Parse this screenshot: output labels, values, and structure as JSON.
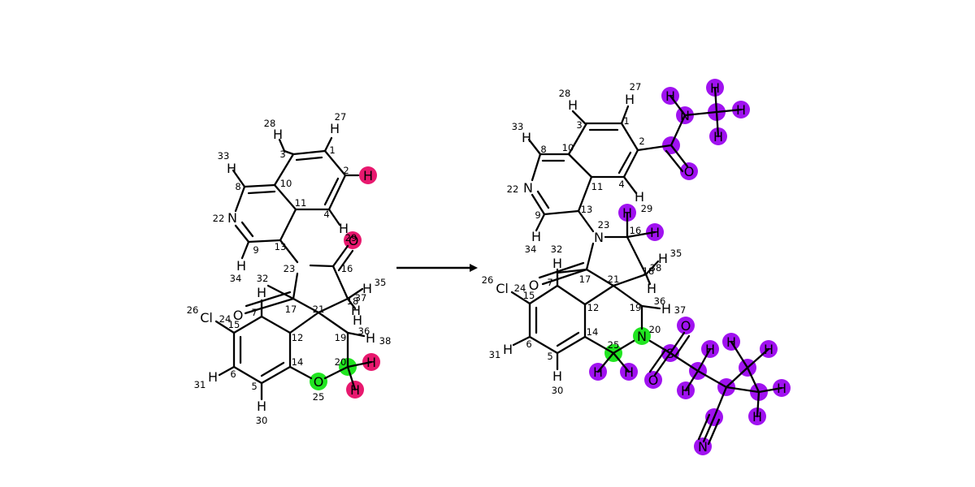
{
  "colors": {
    "ink": "#000000",
    "highlight_green": "#21e521",
    "highlight_pink": "#e8186e",
    "highlight_purple": "#a012f0"
  },
  "reaction_arrow": "right-arrow",
  "reactant": {
    "atom_labels": [
      "H",
      "H",
      "H",
      "H",
      "N",
      "H",
      "O",
      "Cl",
      "H",
      "H",
      "H",
      "O",
      "H",
      "H",
      "H",
      "O",
      "H",
      "H",
      "H",
      "H"
    ],
    "index_labels": [
      "28",
      "27",
      "33",
      "1",
      "3",
      "2",
      "10",
      "8",
      "11",
      "4",
      "22",
      "13",
      "9",
      "29",
      "16",
      "23",
      "35",
      "32",
      "37",
      "18",
      "34",
      "17",
      "26",
      "21",
      "24",
      "7",
      "36",
      "15",
      "19",
      "12",
      "38",
      "20",
      "14",
      "6",
      "31",
      "5",
      "25",
      "30"
    ]
  },
  "product": {
    "atom_labels": [
      "H",
      "H",
      "H",
      "H",
      "H",
      "N",
      "H",
      "H",
      "H",
      "H",
      "O",
      "N",
      "H",
      "H",
      "H",
      "N",
      "H",
      "H",
      "H",
      "O",
      "Cl",
      "H",
      "H",
      "N",
      "O",
      "S",
      "H",
      "H",
      "H",
      "O",
      "H",
      "H",
      "H",
      "H",
      "H",
      "N"
    ],
    "index_labels": [
      "28",
      "27",
      "33",
      "3",
      "1",
      "10",
      "2",
      "8",
      "22",
      "11",
      "4",
      "29",
      "9",
      "13",
      "23",
      "16",
      "34",
      "32",
      "35",
      "38",
      "26",
      "21",
      "18",
      "17",
      "7",
      "24",
      "15",
      "12",
      "19",
      "36",
      "37",
      "20",
      "14",
      "25",
      "31",
      "6",
      "5",
      "30"
    ]
  }
}
